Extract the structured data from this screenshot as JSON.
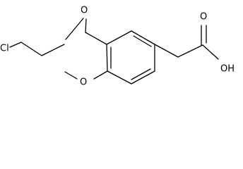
{
  "molecule": {
    "atoms": {
      "chlorine": "Cl",
      "ketone_oxygen": "O",
      "ether_oxygen": "O",
      "acid_carbonyl_oxygen": "O",
      "hydroxyl": "OH"
    },
    "colors": {
      "bond": "#000000",
      "label": "#000000",
      "background": "#ffffff"
    }
  }
}
